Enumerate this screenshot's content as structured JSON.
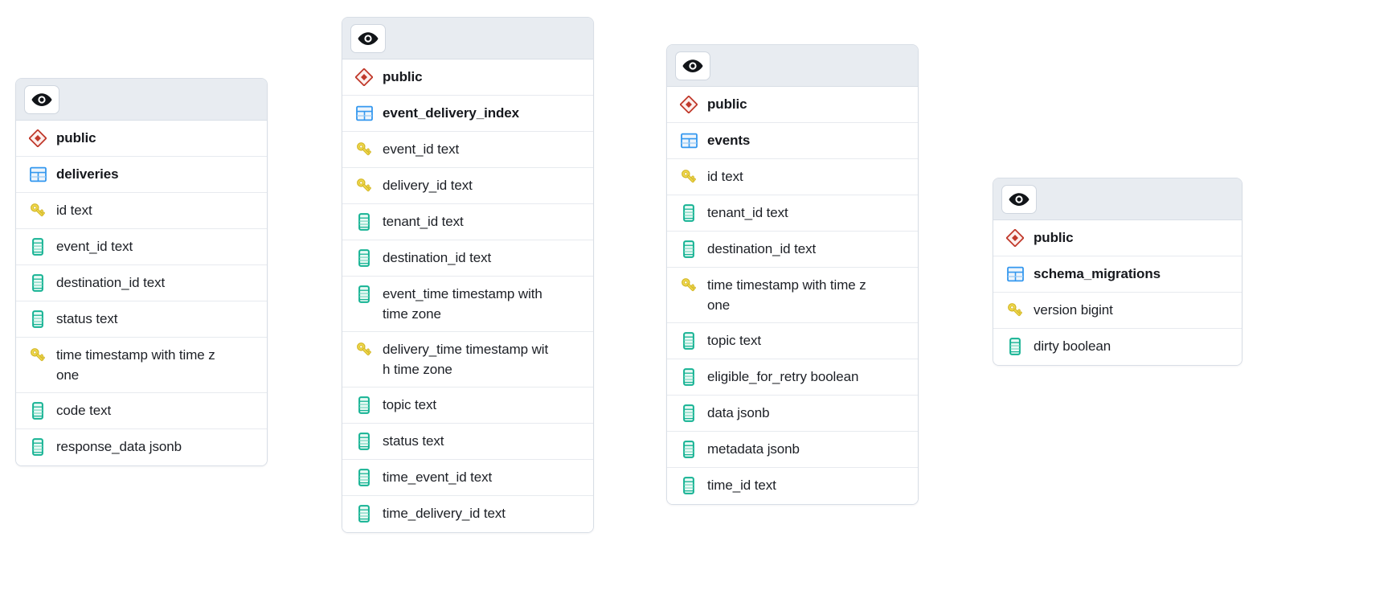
{
  "diagram": {
    "kind": "database-schema-erd",
    "background_color": "#ffffff",
    "card_background": "#ffffff",
    "card_border_color": "#d8dee6",
    "header_background": "#e8ecf1",
    "row_divider_color": "#e7eaef",
    "text_color": "#1d2026",
    "schema_icon_color": "#c0392b",
    "table_icon_color": "#3498ef",
    "key_icon_color": "#e8c53b",
    "column_icon_color": "#16b394"
  },
  "tables": [
    {
      "id": "deliveries",
      "toggle_icon": "eye-icon",
      "schema": {
        "icon": "schema-diamond-icon",
        "label": "public"
      },
      "name": {
        "icon": "table-grid-icon",
        "label": "deliveries"
      },
      "columns": [
        {
          "icon": "key-icon",
          "label": "id text"
        },
        {
          "icon": "column-icon",
          "label": "event_id text"
        },
        {
          "icon": "column-icon",
          "label": "destination_id text"
        },
        {
          "icon": "column-icon",
          "label": "status text"
        },
        {
          "icon": "key-icon",
          "label": "time timestamp with time z\none"
        },
        {
          "icon": "column-icon",
          "label": "code text"
        },
        {
          "icon": "column-icon",
          "label": "response_data jsonb"
        }
      ]
    },
    {
      "id": "event_delivery_index",
      "toggle_icon": "eye-icon",
      "schema": {
        "icon": "schema-diamond-icon",
        "label": "public"
      },
      "name": {
        "icon": "table-grid-icon",
        "label": "event_delivery_index"
      },
      "columns": [
        {
          "icon": "key-icon",
          "label": "event_id text"
        },
        {
          "icon": "key-icon",
          "label": "delivery_id text"
        },
        {
          "icon": "column-icon",
          "label": "tenant_id text"
        },
        {
          "icon": "column-icon",
          "label": "destination_id text"
        },
        {
          "icon": "column-icon",
          "label": "event_time timestamp with\ntime zone"
        },
        {
          "icon": "key-icon",
          "label": "delivery_time timestamp wit\nh time zone"
        },
        {
          "icon": "column-icon",
          "label": "topic text"
        },
        {
          "icon": "column-icon",
          "label": "status text"
        },
        {
          "icon": "column-icon",
          "label": "time_event_id text"
        },
        {
          "icon": "column-icon",
          "label": "time_delivery_id text"
        }
      ]
    },
    {
      "id": "events",
      "toggle_icon": "eye-icon",
      "schema": {
        "icon": "schema-diamond-icon",
        "label": "public"
      },
      "name": {
        "icon": "table-grid-icon",
        "label": "events"
      },
      "columns": [
        {
          "icon": "key-icon",
          "label": "id text"
        },
        {
          "icon": "column-icon",
          "label": "tenant_id text"
        },
        {
          "icon": "column-icon",
          "label": "destination_id text"
        },
        {
          "icon": "key-icon",
          "label": "time timestamp with time z\none"
        },
        {
          "icon": "column-icon",
          "label": "topic text"
        },
        {
          "icon": "column-icon",
          "label": "eligible_for_retry boolean"
        },
        {
          "icon": "column-icon",
          "label": "data jsonb"
        },
        {
          "icon": "column-icon",
          "label": "metadata jsonb"
        },
        {
          "icon": "column-icon",
          "label": "time_id text"
        }
      ]
    },
    {
      "id": "schema_migrations",
      "toggle_icon": "eye-icon",
      "schema": {
        "icon": "schema-diamond-icon",
        "label": "public"
      },
      "name": {
        "icon": "table-grid-icon",
        "label": "schema_migrations"
      },
      "columns": [
        {
          "icon": "key-icon",
          "label": "version bigint"
        },
        {
          "icon": "column-icon",
          "label": "dirty boolean"
        }
      ]
    }
  ]
}
